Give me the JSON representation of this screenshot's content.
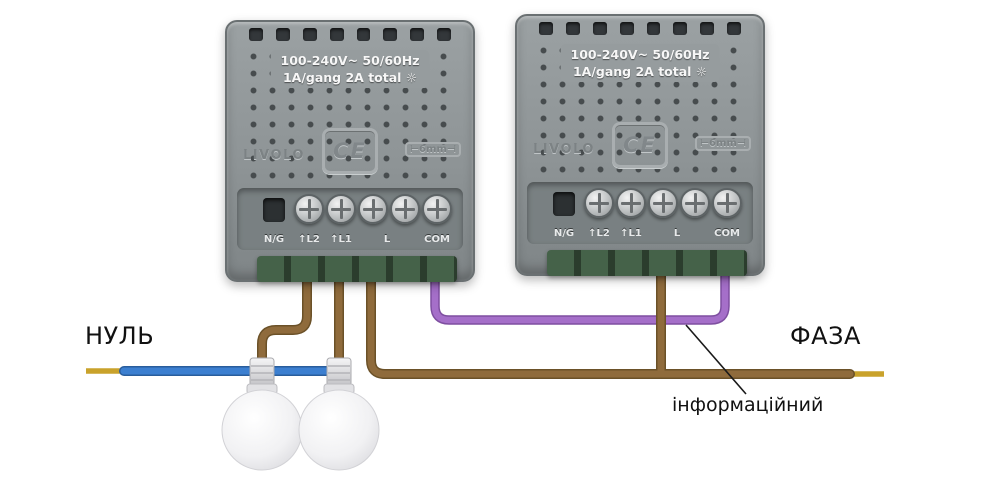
{
  "diagram": {
    "module": {
      "brand": "LIVOLO",
      "ce_mark": "CE",
      "rating_line1": "100-240V~  50/60Hz",
      "rating_line2": "1A/gang 2A total",
      "brightness_icon": "☼",
      "gauge_label": "⊢6mm⊣",
      "terminals": [
        "N/G",
        "↑L2",
        "↑L1",
        "L",
        "COM"
      ]
    },
    "labels": {
      "neutral": "НУЛЬ",
      "phase": "ФАЗА",
      "info": "інформаційний"
    },
    "colors": {
      "neutral_wire": "#3c7fd0",
      "neutral_wire_dark": "#295d9c",
      "live_wire": "#8f6b3c",
      "live_wire_dark": "#6b5128",
      "info_wire": "#a56fc9",
      "info_wire_dark": "#7e4fa0",
      "bare_tip": "#c9a22b",
      "pointer_line": "#1a1a1a"
    }
  }
}
